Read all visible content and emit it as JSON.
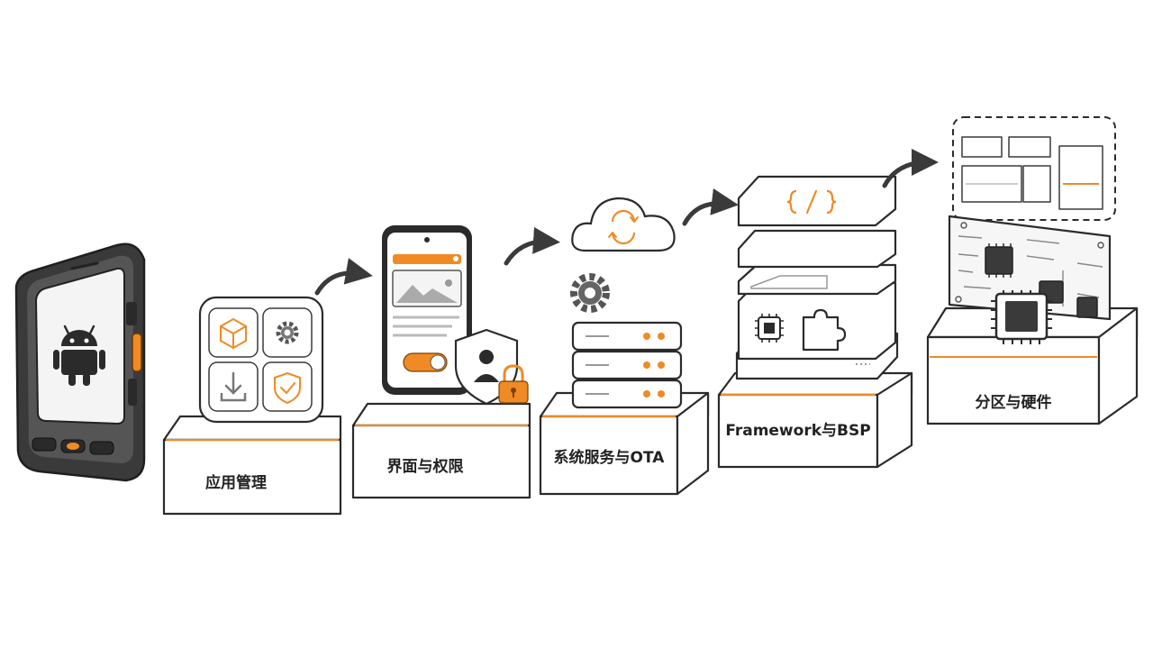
{
  "colors": {
    "accent": "#f08a24",
    "ink": "#2b2b2b",
    "device_body": "#3a3a3a",
    "background": "#ffffff"
  },
  "device": {
    "icon": "android-robot-icon"
  },
  "stages": [
    {
      "label": "应用管理",
      "icon": "app-grid-icon"
    },
    {
      "label": "界面与权限",
      "icon": "phone-permission-icon"
    },
    {
      "label": "系统服务与OTA",
      "icon": "cloud-server-icon"
    },
    {
      "label": "Framework与BSP",
      "icon": "layer-stack-icon"
    },
    {
      "label": "分区与硬件",
      "icon": "circuit-board-icon"
    }
  ]
}
